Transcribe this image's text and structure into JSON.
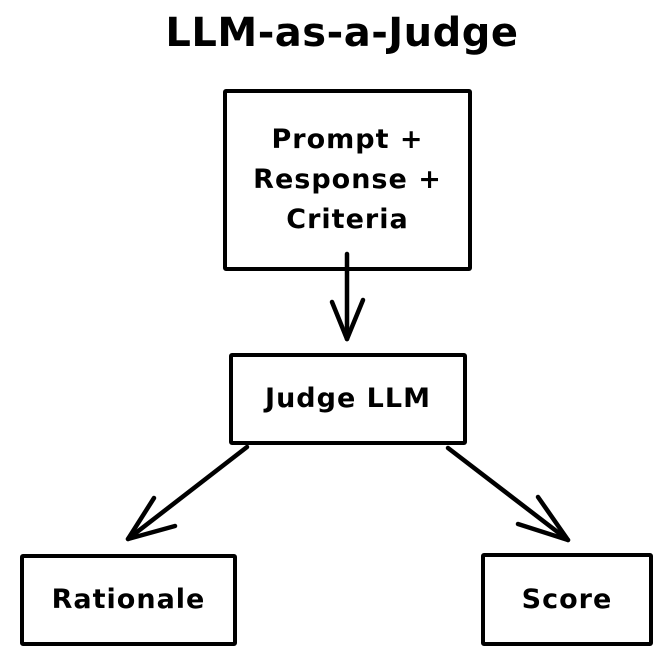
{
  "canvas": {
    "background": "#ffffff",
    "ink": "#000000"
  },
  "diagram": {
    "title": "LLM-as-a-Judge",
    "nodes": {
      "input": {
        "lines": [
          "Prompt +",
          "Response +",
          "Criteria"
        ]
      },
      "judge": {
        "label": "Judge LLM"
      },
      "rationale": {
        "label": "Rationale"
      },
      "score": {
        "label": "Score"
      }
    },
    "edges": [
      {
        "from": "input",
        "to": "judge",
        "direction": "down"
      },
      {
        "from": "judge",
        "to": "rationale",
        "direction": "down-left"
      },
      {
        "from": "judge",
        "to": "score",
        "direction": "down-right"
      }
    ]
  }
}
